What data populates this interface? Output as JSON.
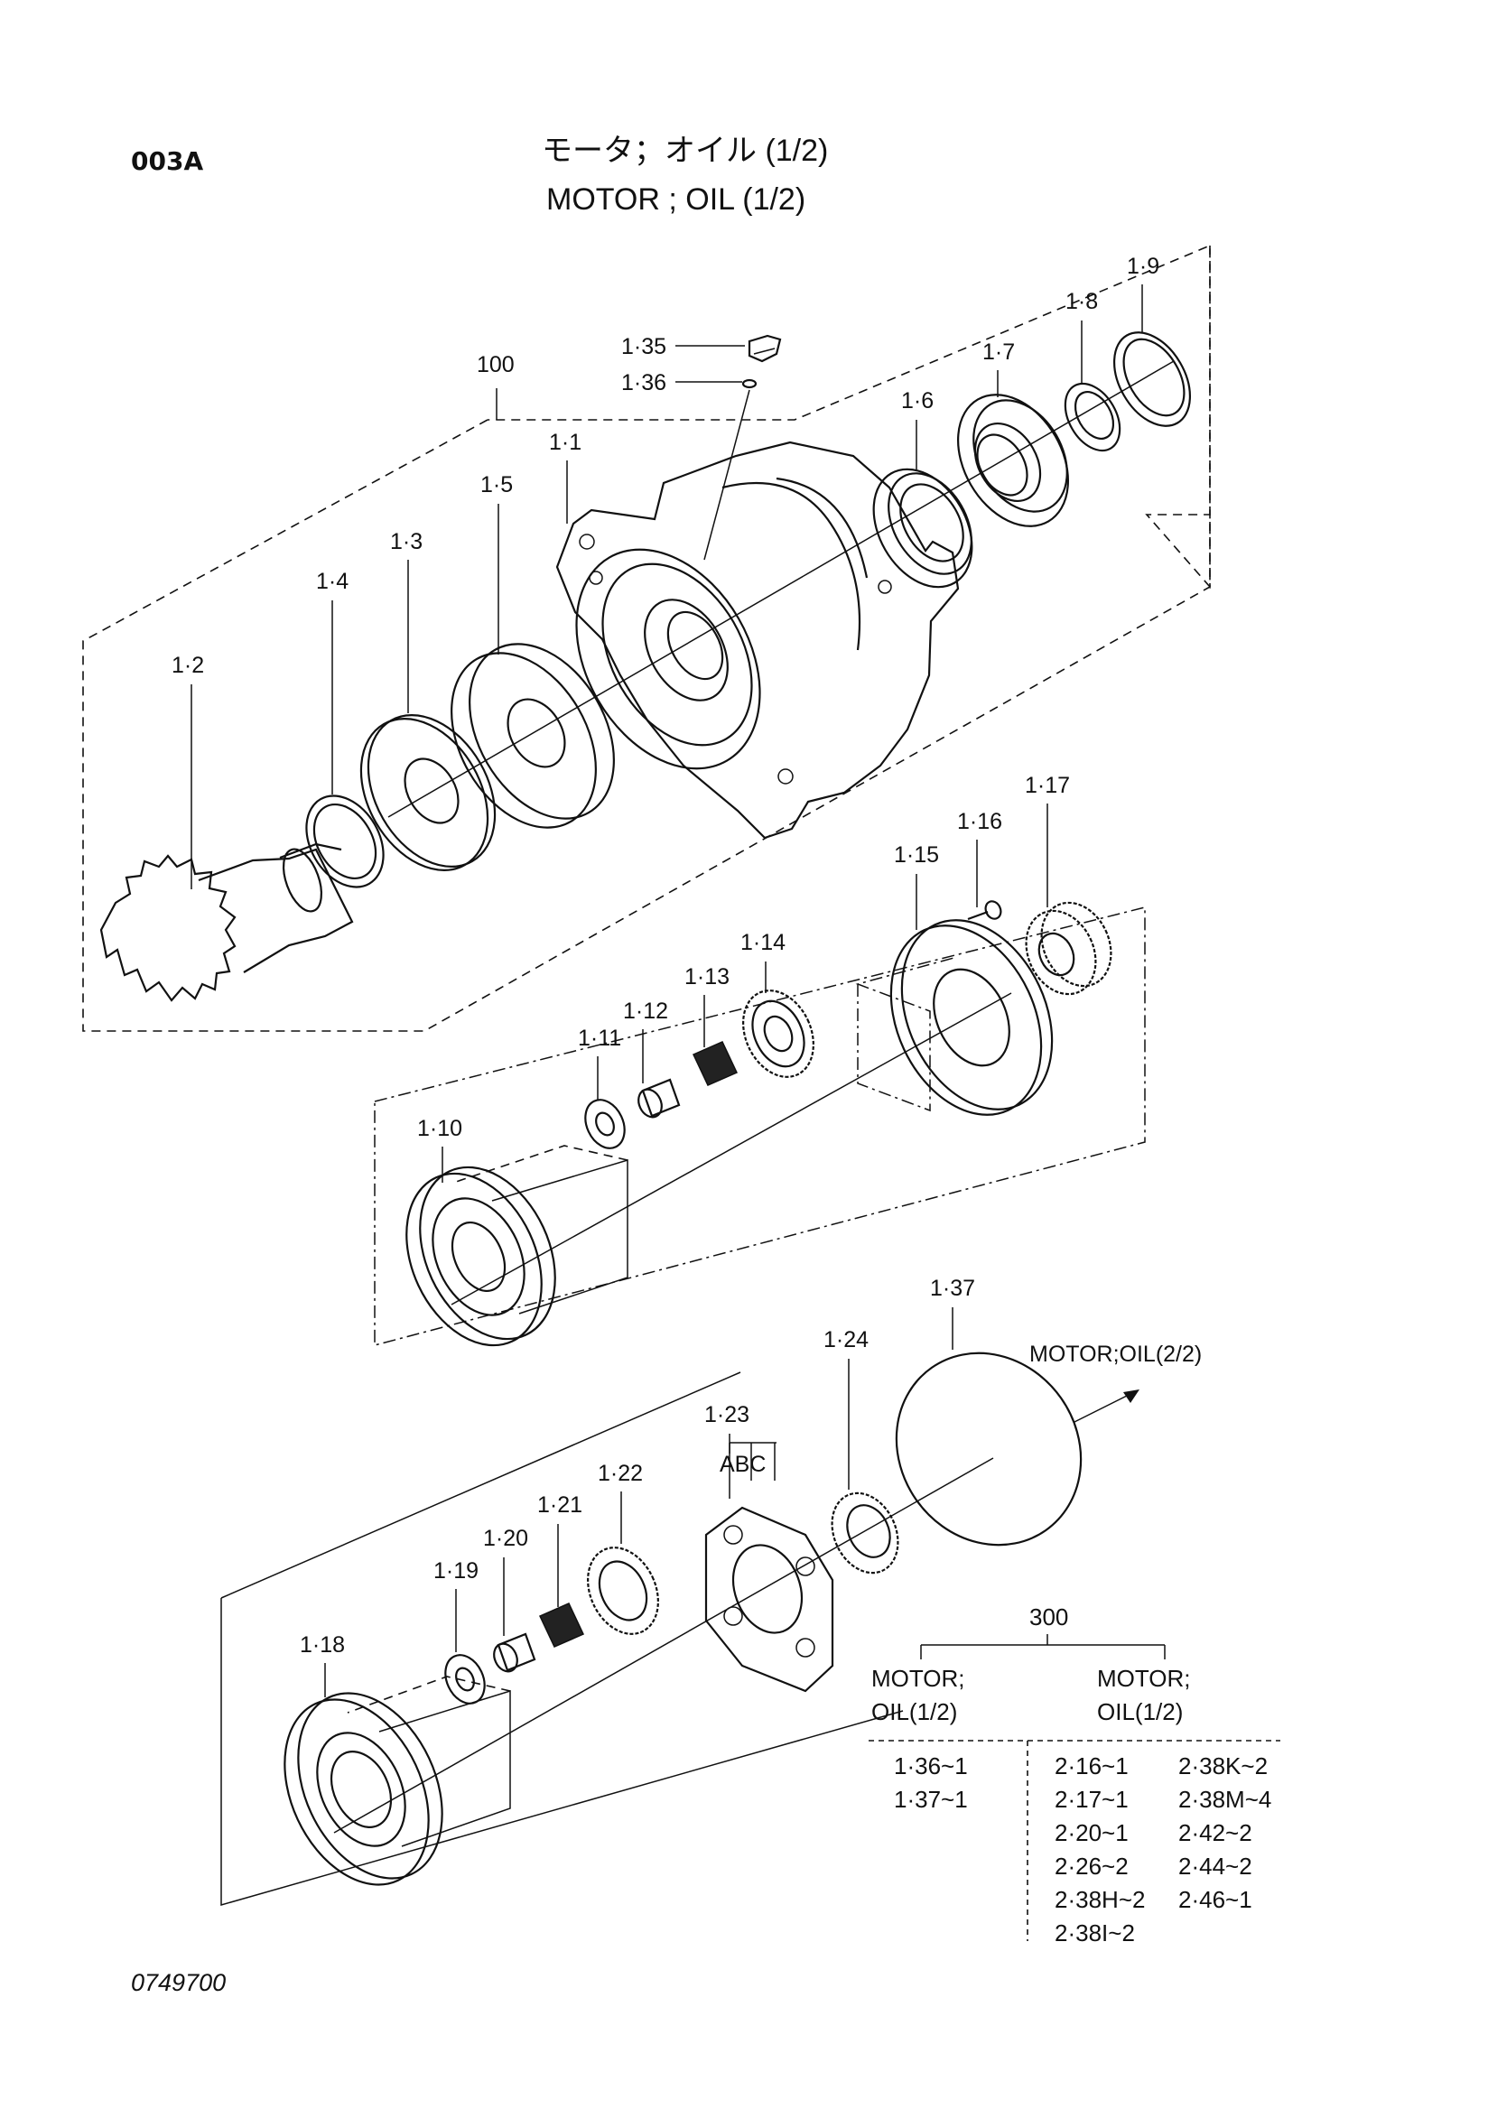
{
  "header": {
    "code": "003A",
    "title_jp": "モータ；オイル (1/2)",
    "title_en": "MOTOR ; OIL (1/2)"
  },
  "labels": {
    "l100": "100",
    "l1_1": "1·1",
    "l1_2": "1·2",
    "l1_3": "1·3",
    "l1_4": "1·4",
    "l1_5": "1·5",
    "l1_6": "1·6",
    "l1_7": "1·7",
    "l1_8": "1·8",
    "l1_9": "1·9",
    "l1_10": "1·10",
    "l1_11": "1·11",
    "l1_12": "1·12",
    "l1_13": "1·13",
    "l1_14": "1·14",
    "l1_15": "1·15",
    "l1_16": "1·16",
    "l1_17": "1·17",
    "l1_18": "1·18",
    "l1_19": "1·19",
    "l1_20": "1·20",
    "l1_21": "1·21",
    "l1_22": "1·22",
    "l1_23": "1·23",
    "l1_24": "1·24",
    "l1_35": "1·35",
    "l1_36": "1·36",
    "l1_37": "1·37",
    "abc": "ABC",
    "motor_oil_2": "MOTOR;OIL(2/2)"
  },
  "table": {
    "group": "300",
    "col1_head_1": "MOTOR;",
    "col1_head_2": "OIL(1/2)",
    "col2_head_1": "MOTOR;",
    "col2_head_2": "OIL(1/2)",
    "col1": [
      "1·36~1",
      "1·37~1"
    ],
    "col2a": [
      "2·16~1",
      "2·17~1",
      "2·20~1",
      "2·26~2",
      "2·38H~2",
      "2·38I~2"
    ],
    "col2b": [
      "2·38K~2",
      "2·38M~4",
      "2·42~2",
      "2·44~2",
      "2·46~1"
    ]
  },
  "footer": {
    "drawing_no": "0749700"
  }
}
